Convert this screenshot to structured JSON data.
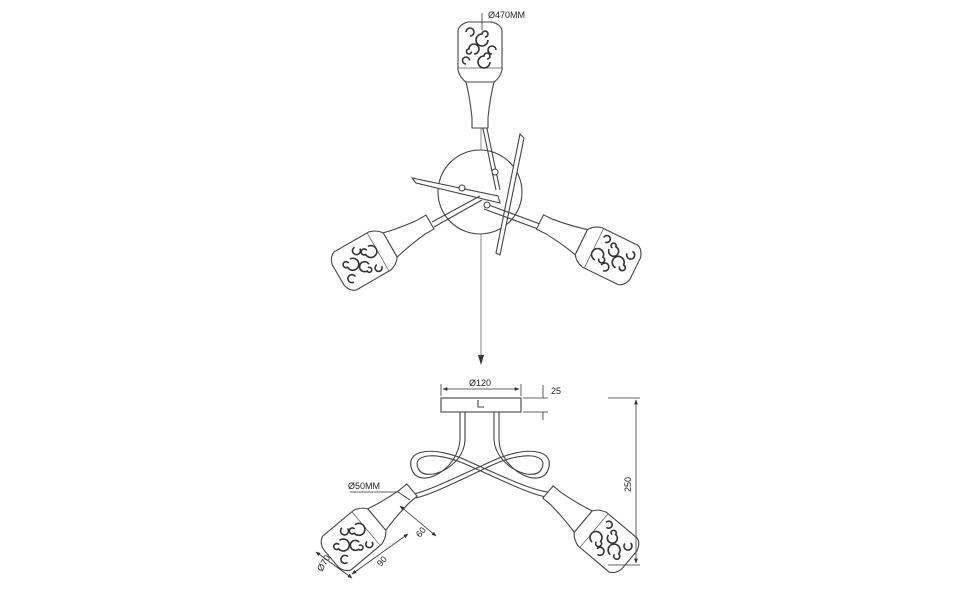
{
  "dimensions": {
    "top_diameter": "Ø470MM",
    "canopy_diameter": "Ø120",
    "canopy_height": "25",
    "overall_height": "250",
    "shade_top_diameter": "Ø50MM",
    "shade_bottom_diameter": "Ø70",
    "shade_length": "90",
    "shade_neck": "60"
  }
}
